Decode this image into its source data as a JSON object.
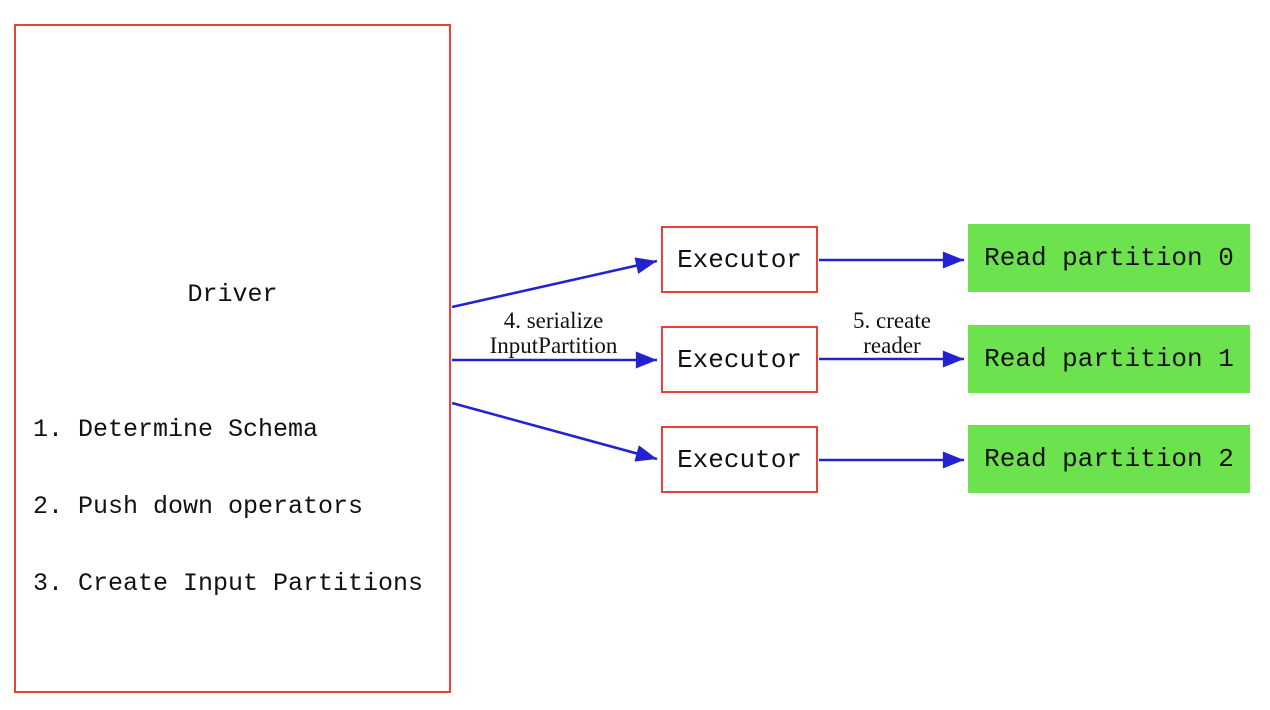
{
  "driver": {
    "title": "Driver",
    "steps": [
      "1. Determine Schema",
      "2. Push down operators",
      "3. Create Input Partitions"
    ]
  },
  "executors": [
    "Executor",
    "Executor",
    "Executor"
  ],
  "partitions": [
    "Read partition 0",
    "Read partition 1",
    "Read partition 2"
  ],
  "arrow_labels": {
    "serialize_line1": "4. serialize",
    "serialize_line2": "InputPartition",
    "reader_line1": "5. create",
    "reader_line2": "reader"
  },
  "colors": {
    "box_border": "#e8413a",
    "arrow": "#2222d2",
    "partition_fill": "#6ce24e",
    "text": "#111111",
    "background": "#ffffff"
  }
}
